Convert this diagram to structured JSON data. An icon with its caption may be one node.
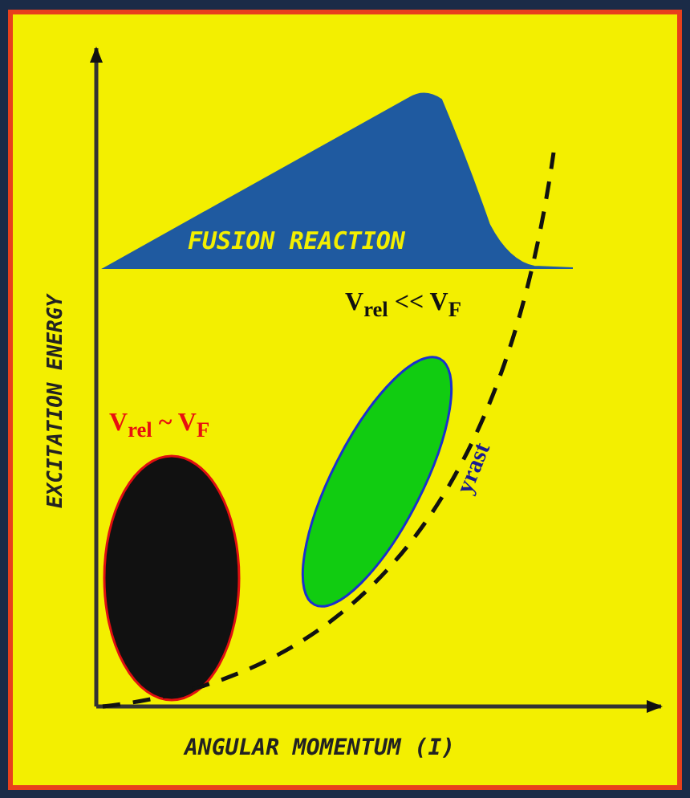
{
  "diagram": {
    "nodes": [
      {
        "text": [
          "FUSION REACTION"
        ]
      },
      {
        "text": [],
        "shape": "ellipse"
      },
      {
        "text": [],
        "shape": "ellipse"
      }
    ],
    "labels": [
      "EXCITATION ENERGY",
      "V$_{rel}$ ~ V$_{F}$",
      "V$_{rel}$ << V$_{F}$",
      "yrast",
      "ANGULAR MOMENTUM (I)"
    ]
  }
}
